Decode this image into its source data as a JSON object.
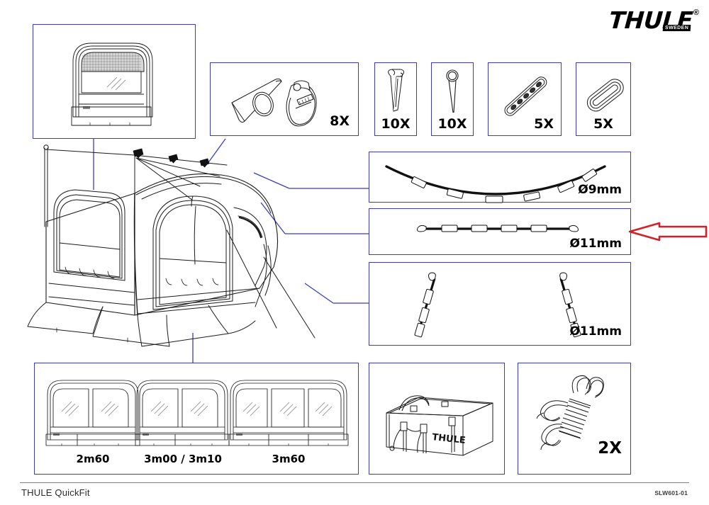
{
  "document": {
    "brand": "THULE",
    "brand_sublabel": "SWEDEN",
    "brand_registered": "®",
    "footer_title": "THULE QuickFit",
    "footer_code": "SLW601-01"
  },
  "colors": {
    "box_border": "#3b3bc4",
    "leader_line": "#3b3bc4",
    "highlight_arrow": "#d42027",
    "line_art": "#1a1a1a",
    "footer_rule": "#7c7c78"
  },
  "parts": {
    "rear_panel": {
      "name": "rear-mesh-panel",
      "quantity": "",
      "description": "rear panel with mesh vent and window"
    },
    "clamp_set": {
      "name": "roof-clamp-and-tensioner",
      "quantity": "8X"
    },
    "peg_v": {
      "name": "v-profile-tent-peg",
      "quantity": "10X"
    },
    "peg_eye": {
      "name": "eye-pin-peg",
      "quantity": "10X"
    },
    "ladder_strap": {
      "name": "ladder-strap",
      "quantity": "5X"
    },
    "loop_buckle": {
      "name": "loop-buckle-strap",
      "quantity": "5X"
    },
    "pole_curved": {
      "name": "curved-roof-pole",
      "diameter": "Ø9mm"
    },
    "pole_straight": {
      "name": "straight-pole",
      "diameter": "Ø11mm",
      "highlighted": true
    },
    "pole_legs": {
      "name": "angled-leg-poles",
      "diameter": "Ø11mm"
    },
    "storage_bag": {
      "name": "storage-bag",
      "logo": "THULE"
    },
    "guy_rope": {
      "name": "guy-rope",
      "quantity": "2X"
    }
  },
  "front_panels": {
    "title": "front panel size variants",
    "items": [
      {
        "label": "2m60",
        "windows": 2
      },
      {
        "label": "3m00 / 3m10",
        "windows": 2
      },
      {
        "label": "3m60",
        "windows": 3
      }
    ]
  },
  "main_illustration": {
    "name": "awning-assembly-overview"
  }
}
